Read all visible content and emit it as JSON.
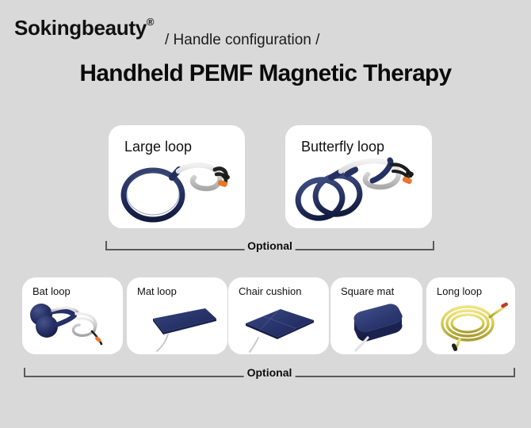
{
  "header": {
    "brand": "Sokingbeauty",
    "brand_mark": "®",
    "subtitle": "/ Handle configuration /",
    "title": "Handheld PEMF Magnetic Therapy"
  },
  "colors": {
    "background": "#d9d9d9",
    "card": "#ffffff",
    "navy": "#24306a",
    "navy_dark": "#1b2350",
    "cable_gray": "#d2d2d2",
    "cable_yellow": "#d9cf52",
    "connector_orange": "#e8762c",
    "connector_red": "#c0392b",
    "connector_black": "#1a1a1a",
    "bracket": "#5a5a5a",
    "text": "#0d0d0d"
  },
  "top_row": {
    "cards": [
      {
        "label": "Large loop",
        "art": "large-loop"
      },
      {
        "label": "Butterfly loop",
        "art": "butterfly-loop"
      }
    ],
    "bracket_label": "Optional"
  },
  "bottom_row": {
    "cards": [
      {
        "label": "Bat loop",
        "art": "bat-loop"
      },
      {
        "label": "Mat loop",
        "art": "mat-loop"
      },
      {
        "label": "Chair cushion",
        "art": "chair-cushion"
      },
      {
        "label": "Square mat",
        "art": "square-mat"
      },
      {
        "label": "Long loop",
        "art": "long-loop"
      }
    ],
    "bracket_label": "Optional"
  }
}
